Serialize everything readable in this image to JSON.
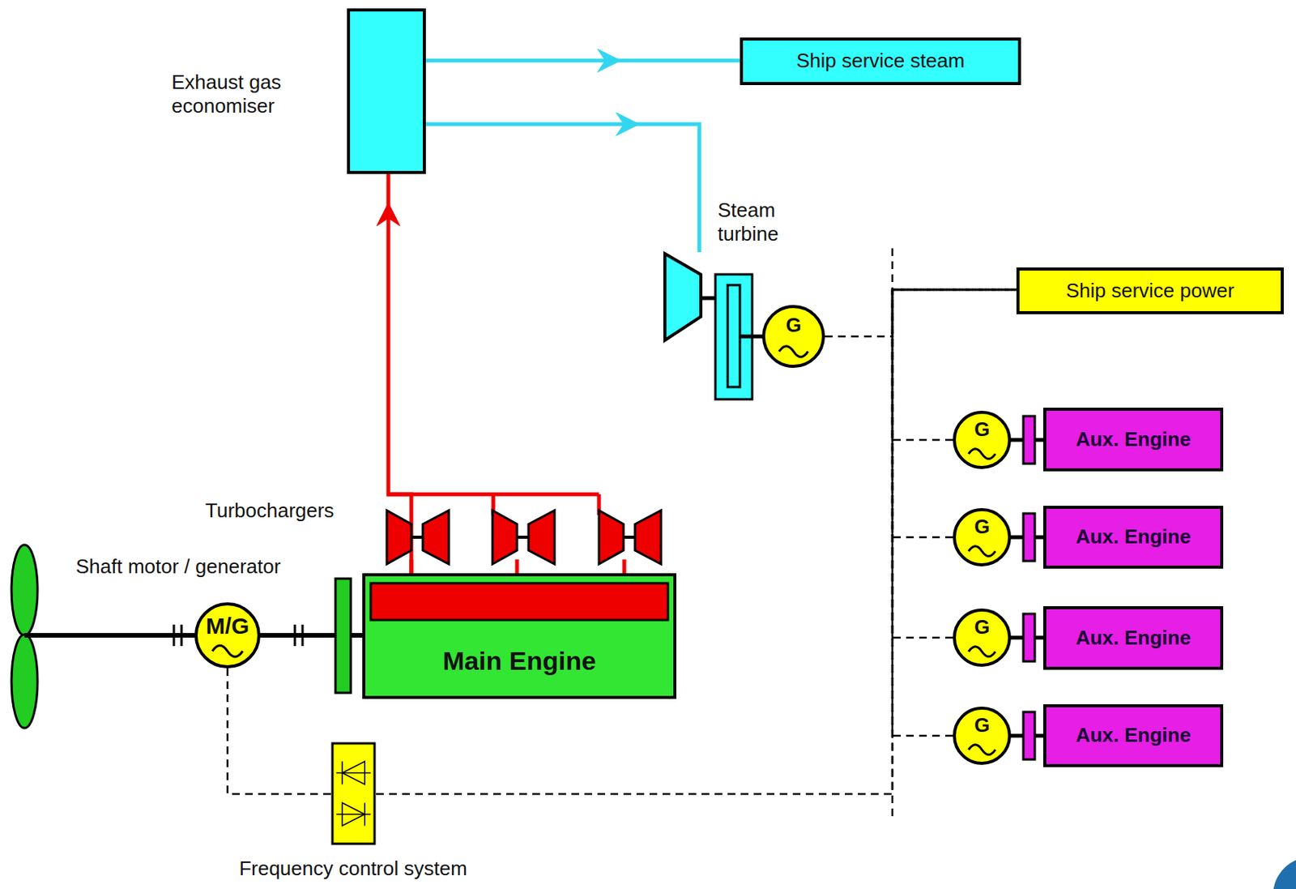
{
  "diagram": {
    "nodes": [
      {
        "text": [
          "Exhaust gas economiser"
        ]
      },
      {
        "text": [
          "Ship service steam"
        ]
      },
      {
        "text": [
          "Steam turbine"
        ]
      },
      {
        "text": [
          "Ship service power"
        ]
      },
      {
        "text": [
          "G"
        ]
      },
      {
        "text": [
          "G"
        ]
      },
      {
        "text": [
          "Aux. Engine"
        ]
      },
      {
        "text": [
          "G"
        ]
      },
      {
        "text": [
          "Aux. Engine"
        ]
      },
      {
        "text": [
          "G"
        ]
      },
      {
        "text": [
          "Aux. Engine"
        ]
      },
      {
        "text": [
          "G"
        ]
      },
      {
        "text": [
          "Aux. Engine"
        ]
      },
      {
        "text": [
          "M/G"
        ]
      },
      {
        "text": [
          "Main Engine"
        ]
      },
      {
        "text": [
          "Frequency control system"
        ]
      }
    ],
    "edges": [
      {
        "from": 0,
        "to": 1,
        "arrow": "to"
      },
      {
        "from": 0,
        "to": 2,
        "arrow": "to"
      },
      {
        "from": 14,
        "to": 0,
        "arrow": "to"
      },
      {
        "from": 4,
        "to": 3,
        "arrow": "none"
      },
      {
        "from": 5,
        "to": 3,
        "arrow": "none"
      },
      {
        "from": 7,
        "to": 3,
        "arrow": "none"
      },
      {
        "from": 9,
        "to": 3,
        "arrow": "none"
      },
      {
        "from": 11,
        "to": 3,
        "arrow": "none"
      },
      {
        "from": 13,
        "to": 15,
        "arrow": "none"
      },
      {
        "from": 15,
        "to": 3,
        "arrow": "none"
      }
    ],
    "labels": [
      "Turbochargers",
      "Shaft motor / generator"
    ]
  }
}
